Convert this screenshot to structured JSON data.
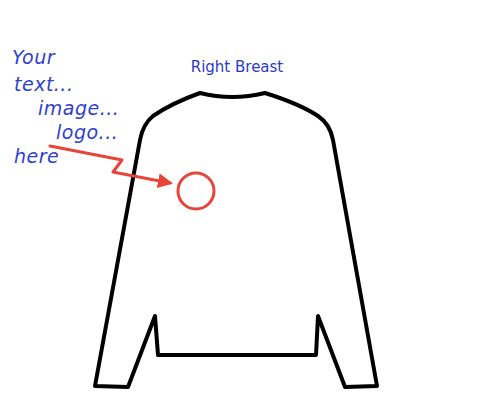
{
  "diagram": {
    "title": "Right Breast",
    "labels": [
      "Your",
      "text...",
      "image...",
      "logo...",
      "here"
    ]
  }
}
